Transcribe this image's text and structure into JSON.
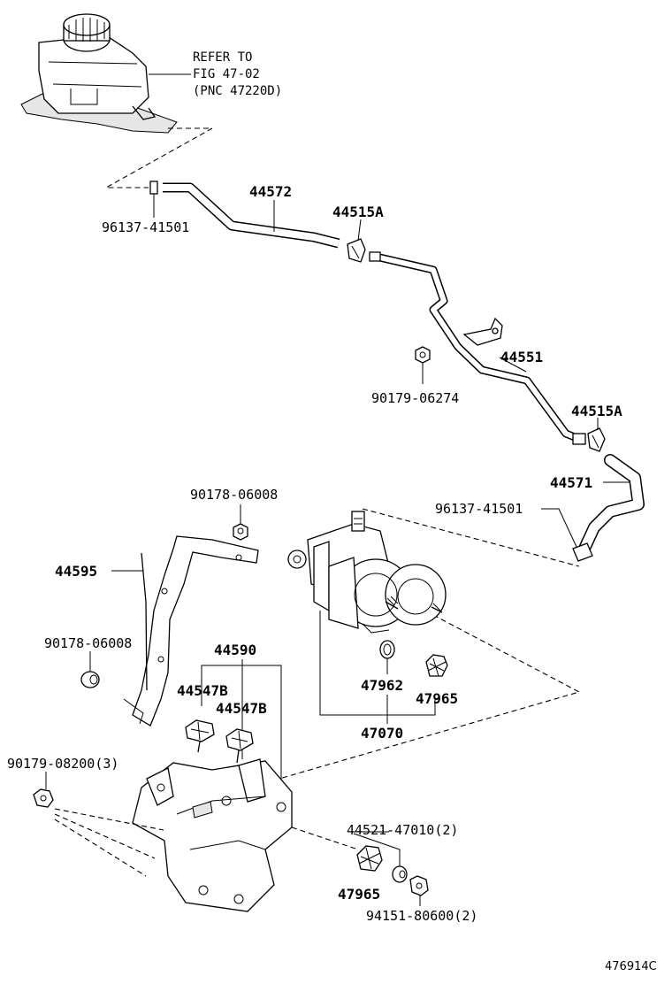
{
  "diagram": {
    "reference_note": {
      "line1": "REFER TO",
      "line2": "FIG 47-02",
      "line3": "(PNC 47220D)"
    },
    "labels": {
      "p96137_41501_top": "96137-41501",
      "p44572": "44572",
      "p44515A_top": "44515A",
      "p90179_06274": "90179-06274",
      "p44551": "44551",
      "p44515A_mid": "44515A",
      "p44571": "44571",
      "p96137_41501_mid": "96137-41501",
      "p90178_06008_top": "90178-06008",
      "p44595": "44595",
      "p90178_06008_left": "90178-06008",
      "p44590": "44590",
      "p44547B_left": "44547B",
      "p44547B_right": "44547B",
      "p47962": "47962",
      "p47965_mid": "47965",
      "p47070": "47070",
      "p90179_08200": "90179-08200(3)",
      "p44521_47010": "44521-47010(2)",
      "p47965_bottom": "47965",
      "p94151_80600": "94151-80600(2)"
    },
    "figure_id": "476914C"
  },
  "icons": {
    "reservoir": "fluid-reservoir-icon",
    "hose": "hose-icon",
    "pipe": "brake-pipe-icon",
    "clamp": "hose-clamp-icon",
    "pump": "brake-booster-pump-icon",
    "bracket": "bracket-icon",
    "nut": "nut-icon",
    "cushion": "cushion-icon",
    "oring": "o-ring-icon"
  }
}
